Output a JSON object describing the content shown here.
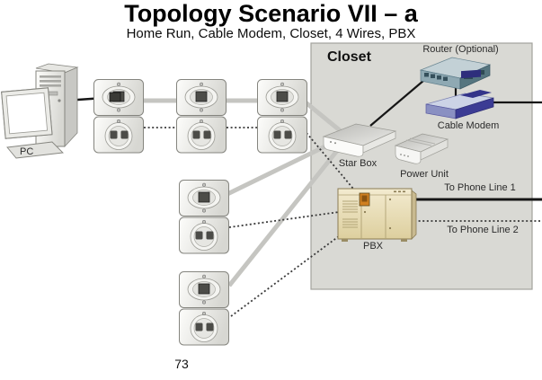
{
  "slide": {
    "title": "Topology Scenario VII – a",
    "subtitle": "Home Run, Cable Modem, Closet, 4 Wires, PBX",
    "page_number": "73"
  },
  "diagram": {
    "closet_label": "Closet",
    "labels": {
      "pc": "PC",
      "router": "Router (Optional)",
      "cable_modem": "Cable Modem",
      "star_box": "Star Box",
      "power_unit": "Power Unit",
      "pbx": "PBX",
      "phone_line_1": "To Phone Line 1",
      "phone_line_2": "To Phone Line 2"
    },
    "wall_outlet_count": 5,
    "colors": {
      "closet_fill": "#d9d9d4",
      "closet_border": "#a2a29c",
      "home_run_wire_gray": "#c5c5c1",
      "phone_wire_dotted": "#3a3a3a",
      "data_wire_black": "#161616",
      "router_body": "#8fa9b3",
      "cable_modem_body": "#3c3c94",
      "pbx_body": "#e9dcb4"
    }
  }
}
